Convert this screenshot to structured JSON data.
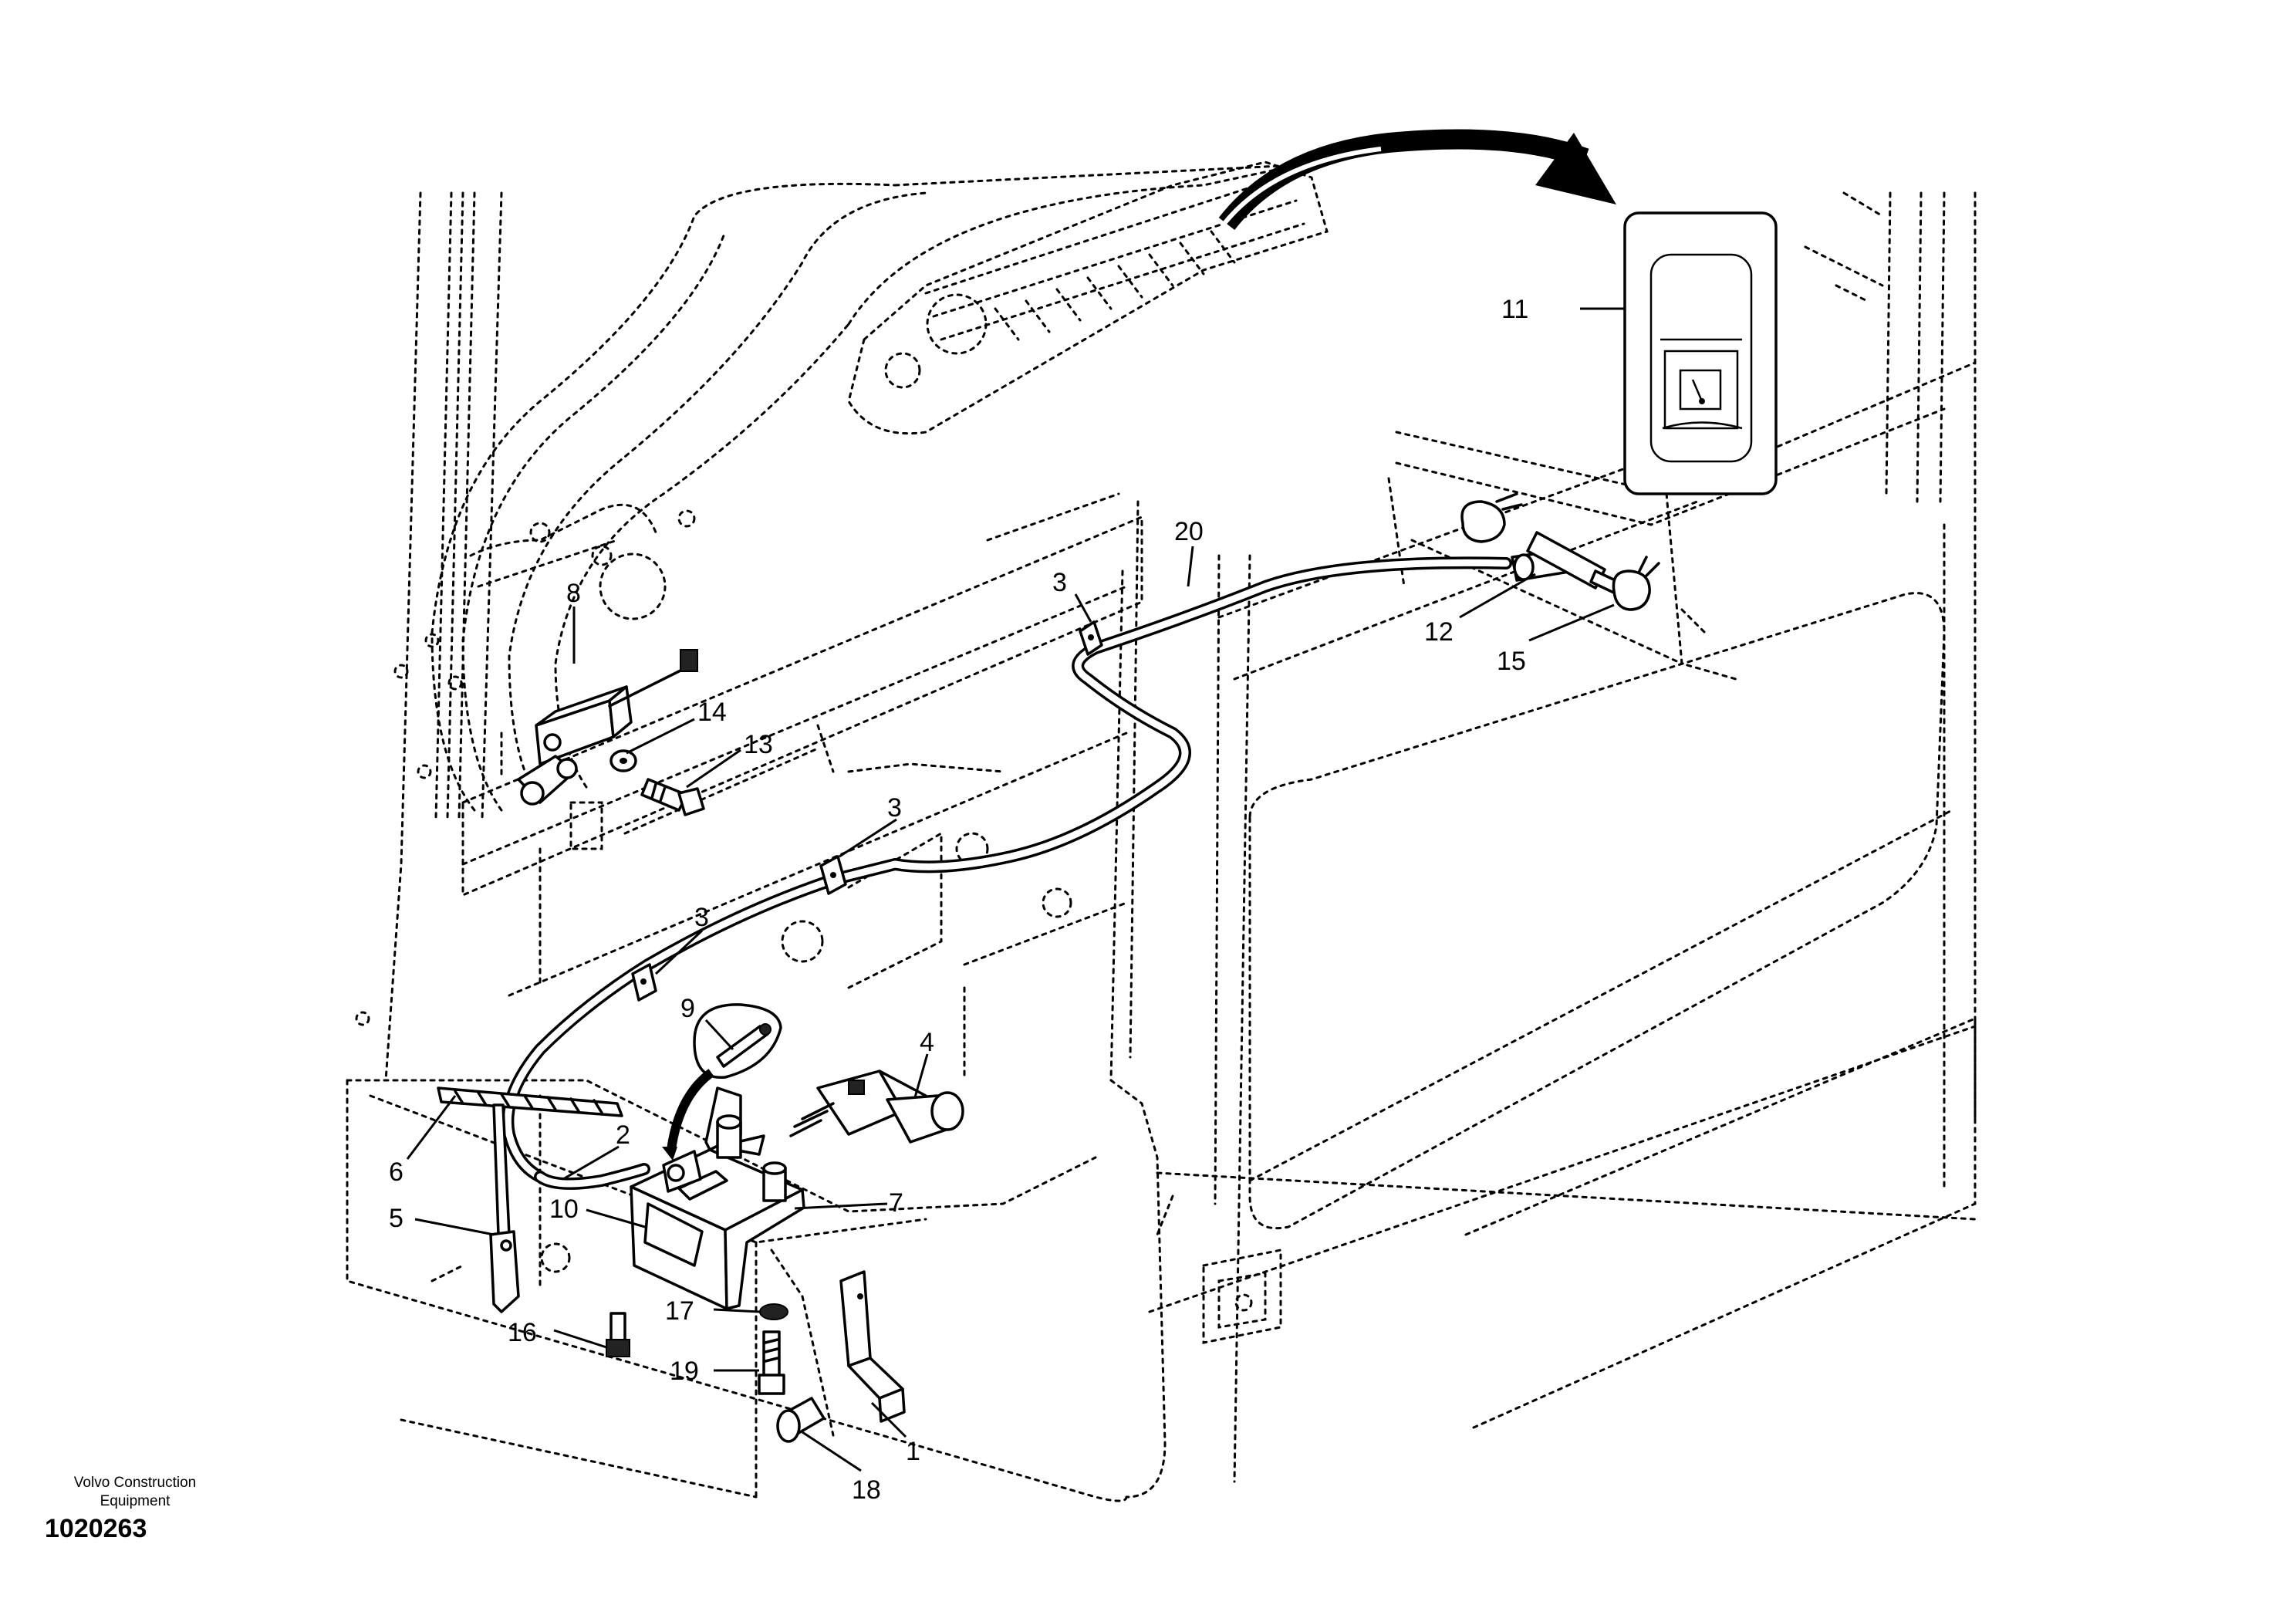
{
  "callouts": {
    "c1": "1",
    "c2": "2",
    "c3a": "3",
    "c3b": "3",
    "c3c": "3",
    "c4": "4",
    "c5": "5",
    "c6": "6",
    "c7": "7",
    "c8": "8",
    "c9": "9",
    "c10": "10",
    "c11": "11",
    "c12": "12",
    "c13": "13",
    "c14": "14",
    "c15": "15",
    "c16": "16",
    "c17": "17",
    "c18": "18",
    "c19": "19",
    "c20": "20"
  },
  "footer": {
    "publisher_line1": "Volvo Construction",
    "publisher_line2": "Equipment",
    "figure_number": "1020263"
  }
}
